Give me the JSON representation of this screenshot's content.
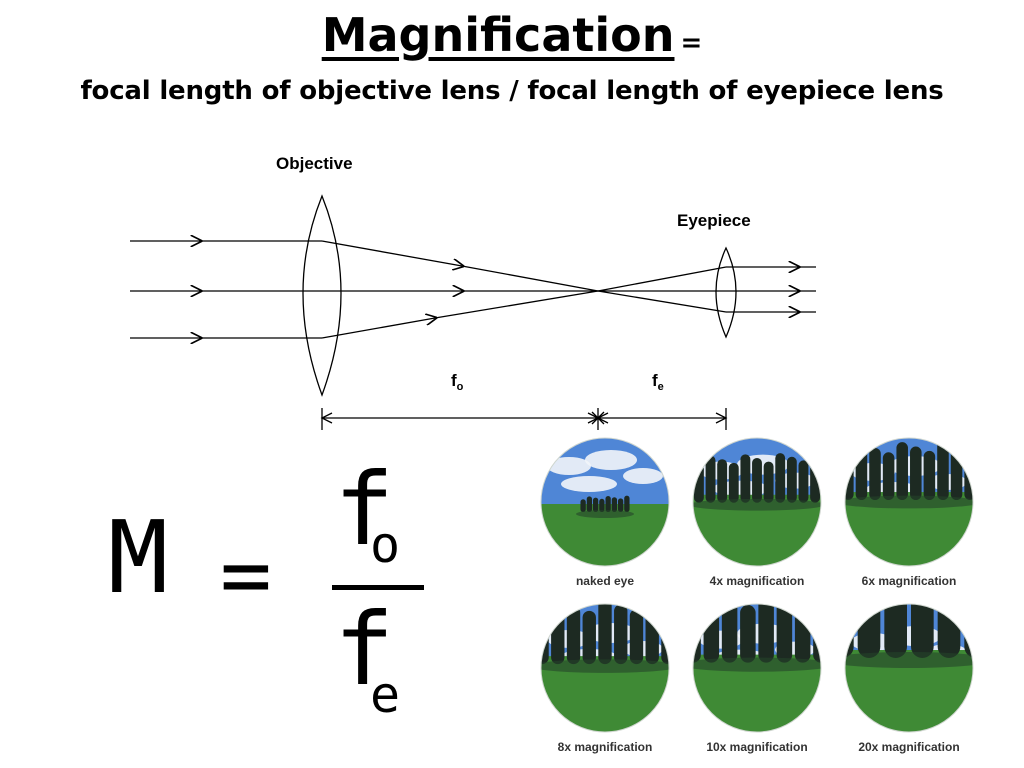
{
  "title": {
    "main": "Magnification",
    "equals": "="
  },
  "subtitle": "focal length of objective lens / focal length of eyepiece lens",
  "diagram": {
    "objective_label": "Objective",
    "eyepiece_label": "Eyepiece",
    "fo_label": {
      "letter": "f",
      "sub": "o"
    },
    "fe_label": {
      "letter": "f",
      "sub": "e"
    }
  },
  "formula": {
    "lhs": "M",
    "equals": "=",
    "numerator": {
      "letter": "f",
      "sub": "o"
    },
    "denominator": {
      "letter": "f",
      "sub": "e"
    }
  },
  "views": [
    {
      "label": "naked eye",
      "magnification": 1
    },
    {
      "label": "4x magnification",
      "magnification": 4
    },
    {
      "label": "6x magnification",
      "magnification": 6
    },
    {
      "label": "8x magnification",
      "magnification": 8
    },
    {
      "label": "10x magnification",
      "magnification": 10
    },
    {
      "label": "20x magnification",
      "magnification": 20
    }
  ],
  "colors": {
    "sky": "#4f86d6",
    "cloud": "#f2f5fa",
    "grass": "#3f8a35",
    "trees": "#1d2a22"
  }
}
